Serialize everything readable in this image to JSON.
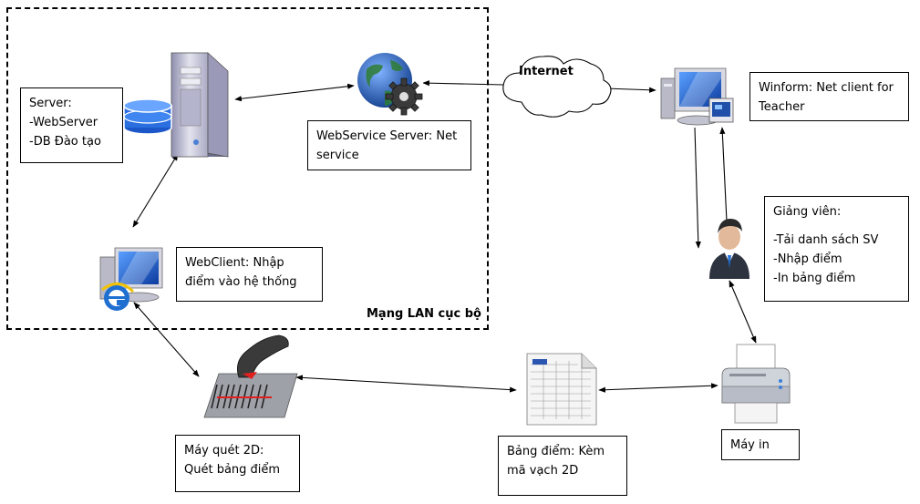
{
  "lan": {
    "label": "Mạng LAN cục bộ"
  },
  "internet": {
    "label": "Internet"
  },
  "boxes": {
    "server": {
      "lines": [
        "Server:",
        "-WebServer",
        "-DB Đào tạo"
      ]
    },
    "webservice": {
      "lines": [
        "WebService Server: Net",
        "service"
      ]
    },
    "winform": {
      "lines": [
        "Winform: Net client for",
        "Teacher"
      ]
    },
    "webclient": {
      "lines": [
        "WebClient: Nhập",
        "điểm vào hệ thống"
      ]
    },
    "lecturer": {
      "title": "Giảng viên:",
      "lines": [
        "-Tải danh sách SV",
        "-Nhập điểm",
        "-In bảng điểm"
      ]
    },
    "scanner": {
      "lines": [
        "Máy quét 2D:",
        "Quét bảng điểm"
      ]
    },
    "sheet": {
      "lines": [
        "Bảng điểm: Kèm",
        "mã vạch 2D"
      ]
    },
    "printer": {
      "lines": [
        "Máy in"
      ]
    }
  },
  "colors": {
    "accent_blue": "#1f4fa8",
    "globe_blue": "#2a66c4",
    "device_grey": "#c9c9d4",
    "line": "#000000"
  },
  "icons": [
    "server-icon",
    "webservice-globe-gear-icon",
    "cloud-icon",
    "teacher-pc-icon",
    "webclient-pc-icon",
    "person-icon",
    "barcode-scanner-icon",
    "spreadsheet-icon",
    "printer-icon"
  ]
}
